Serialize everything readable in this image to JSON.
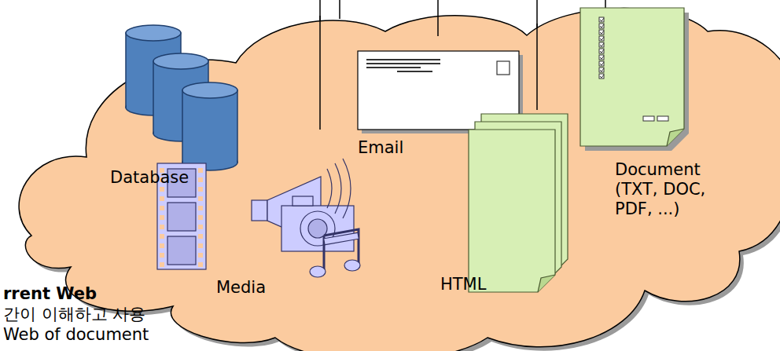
{
  "diagram": {
    "labels": [
      "Database",
      "Email",
      "Media",
      "HTML",
      "Document (TXT, DOC, PDF, ...)",
      "rrent Web",
      "간이 이해하고 사용",
      "Web of document"
    ]
  }
}
